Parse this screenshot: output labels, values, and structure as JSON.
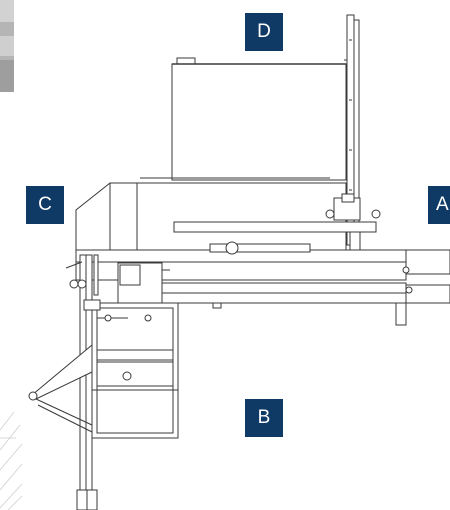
{
  "colors": {
    "callout_bg": "#0f3a66",
    "line": "#3a3a3a",
    "strip": "#9b9b9b"
  },
  "callouts": {
    "a": "A",
    "b": "B",
    "c": "C",
    "d": "D"
  }
}
